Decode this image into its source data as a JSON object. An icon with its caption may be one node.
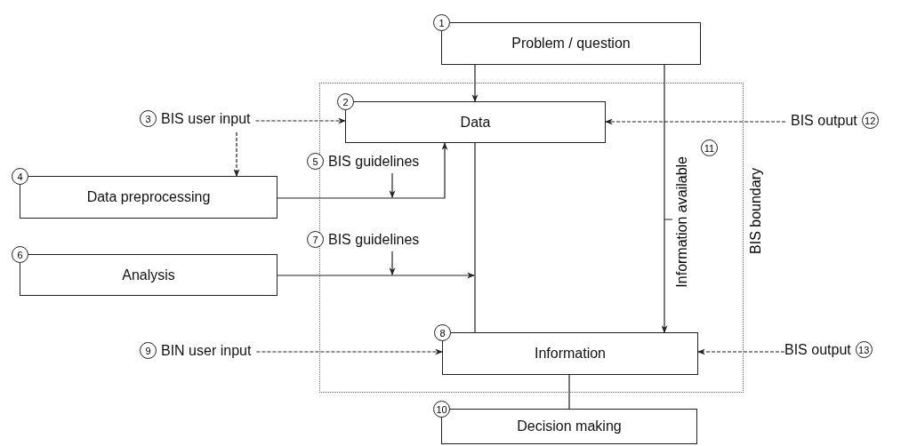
{
  "diagram": {
    "nodes": [
      {
        "text": [
          "1",
          "Problem / question"
        ]
      },
      {
        "text": [
          "BIS boundary"
        ]
      },
      {
        "text": [
          "2",
          "Data"
        ],
        "in": 1
      },
      {
        "text": [
          "3",
          "BIS user input"
        ]
      },
      {
        "text": [
          "BIS output",
          "12"
        ]
      },
      {
        "text": [
          "4",
          "Data preprocessing"
        ]
      },
      {
        "text": [
          "5",
          "BIS guidelines"
        ]
      },
      {
        "text": [
          "6",
          "Analysis"
        ]
      },
      {
        "text": [
          "7",
          "BIS guidelines"
        ]
      },
      {
        "text": [
          "8",
          "Information"
        ],
        "in": 1
      },
      {
        "text": [
          "9",
          "BIN user input"
        ]
      },
      {
        "text": [
          "BIS output",
          "13"
        ]
      },
      {
        "text": [
          "10",
          "Decision making"
        ]
      },
      {
        "text": [
          "11"
        ],
        "in": 1
      }
    ],
    "edges": [
      {
        "from": 0,
        "to": 2,
        "arrow": "to"
      },
      {
        "from": 0,
        "to": 9,
        "arrow": "to",
        "label": "Information available"
      },
      {
        "from": 3,
        "to": 2,
        "arrow": "to",
        "style": "dashed"
      },
      {
        "from": 3,
        "to": 5,
        "arrow": "to",
        "style": "dashed"
      },
      {
        "from": 5,
        "to": 2,
        "arrow": "to"
      },
      {
        "from": 6,
        "to": null,
        "arrow": "to"
      },
      {
        "from": 7,
        "to": null,
        "arrow": "to"
      },
      {
        "from": 8,
        "to": null,
        "arrow": "to"
      },
      {
        "from": 2,
        "to": 9,
        "arrow": "none"
      },
      {
        "from": 10,
        "to": 9,
        "arrow": "to",
        "style": "dashed"
      },
      {
        "from": 4,
        "to": 2,
        "arrow": "to",
        "style": "dashed"
      },
      {
        "from": 11,
        "to": 9,
        "arrow": "to",
        "style": "dashed"
      },
      {
        "from": 9,
        "to": 12,
        "arrow": "none"
      }
    ]
  }
}
